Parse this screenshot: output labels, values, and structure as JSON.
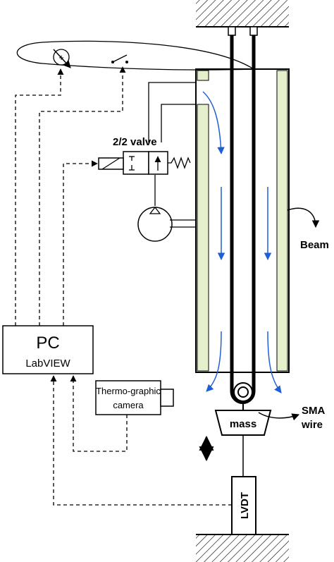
{
  "labels": {
    "valve": "2/2 valve",
    "beam": "Beam",
    "pc_title": "PC",
    "pc_subtitle": "LabVIEW",
    "camera_line1": "Thermo-graphic",
    "camera_line2": "camera",
    "mass": "mass",
    "sma_line1": "SMA",
    "sma_line2": "wire",
    "lvdt": "LVDT"
  },
  "colors": {
    "line": "#000000",
    "flow_arrow": "#1f5fd6",
    "beam_fill": "#e6efcc",
    "background": "#ffffff"
  },
  "icons": {
    "pump": "pump-icon",
    "solenoid": "solenoid-icon",
    "spring": "spring-icon",
    "pulley": "pulley-icon",
    "power_source": "power-source-icon",
    "switch": "switch-icon"
  }
}
